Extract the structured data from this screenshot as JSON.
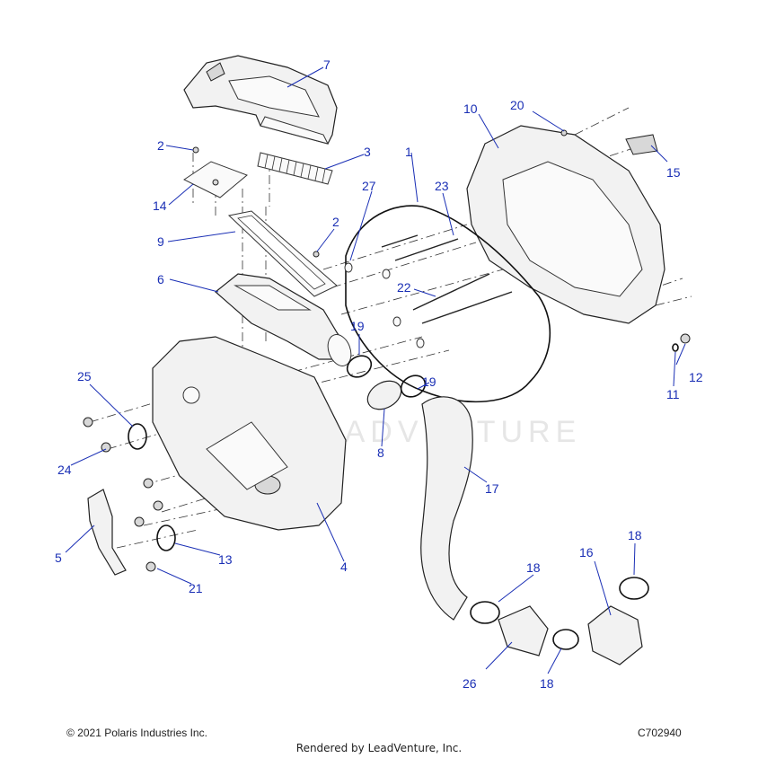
{
  "diagram": {
    "watermark": "LEADVENTURE",
    "callouts": {
      "c1": "1",
      "c2a": "2",
      "c2b": "2",
      "c3": "3",
      "c4": "4",
      "c5": "5",
      "c6": "6",
      "c7": "7",
      "c8": "8",
      "c9": "9",
      "c10": "10",
      "c11": "11",
      "c12": "12",
      "c13": "13",
      "c14": "14",
      "c15": "15",
      "c16": "16",
      "c17": "17",
      "c18a": "18",
      "c18b": "18",
      "c18c": "18",
      "c19a": "19",
      "c19b": "19",
      "c20": "20",
      "c21": "21",
      "c22": "22",
      "c23": "23",
      "c24": "24",
      "c25": "25",
      "c26": "26",
      "c27": "27"
    }
  },
  "footer": {
    "copyright": "© 2021 Polaris Industries Inc.",
    "code": "C702940",
    "rendered_by": "Rendered by LeadVenture, Inc."
  }
}
